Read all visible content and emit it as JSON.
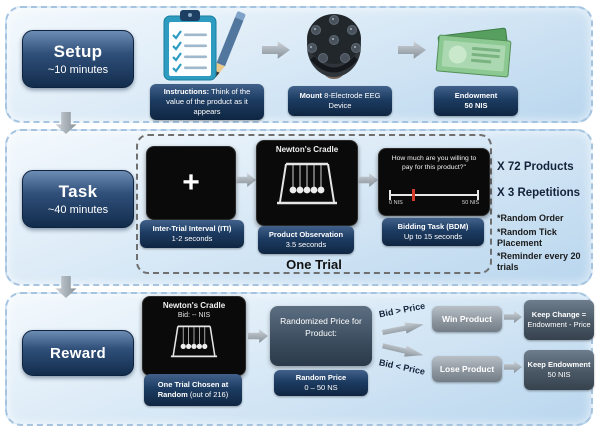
{
  "colors": {
    "band_fill": "#dcebf7",
    "band_border": "#a6c4e0",
    "navy_box": "#16304f",
    "screen_black": "#0a0a0a",
    "arrow_gray": "#a5adb5",
    "money_green": "#8bc892",
    "tick_red": "#d43a2a"
  },
  "setup": {
    "phase": {
      "title": "Setup",
      "subtitle": "~10 minutes"
    },
    "instructions": {
      "bold": "Instructions:",
      "rest": " Think of the value of the product as it appears"
    },
    "eeg": {
      "bold": "Mount",
      "rest": " 8-Electrode EEG Device"
    },
    "endowment": {
      "title": "Endowment",
      "subtitle": "50 NIS"
    }
  },
  "task": {
    "phase": {
      "title": "Task",
      "subtitle": "~40 minutes"
    },
    "iti": {
      "symbol": "+",
      "label_title": "Inter-Trial Interval (ITI)",
      "label_sub": "1-2 seconds"
    },
    "observation": {
      "screen_title": "Newton's Cradle",
      "label_title": "Product Observation",
      "label_sub": "3.5 seconds"
    },
    "bidding": {
      "question": "How much are you willing to pay for this product?\"",
      "scale_min": "0 NIS",
      "scale_max": "50 NIS",
      "label_title": "Bidding Task (BDM)",
      "label_sub": "Up to 15 seconds"
    },
    "one_trial": "One Trial",
    "annotations": {
      "products": "X 72 Products",
      "repetitions": "X 3 Repetitions",
      "notes": [
        "*Random Order",
        "*Random Tick Placement",
        "*Reminder every 20 trials"
      ]
    }
  },
  "reward": {
    "phase": {
      "title": "Reward"
    },
    "chosen": {
      "screen_title": "Newton's Cradle",
      "screen_bid": "Bid: -- NIS",
      "label_line1": "One Trial Chosen at",
      "label_line2_bold": "Random",
      "label_line2_rest": " (out of 216)"
    },
    "price": {
      "box_text": "Randomized Price for Product:",
      "label_title": "Random Price",
      "label_sub": "0 – 50 NS"
    },
    "bid_gt": "Bid > Price",
    "bid_lt": "Bid < Price",
    "win": "Win Product",
    "lose": "Lose Product",
    "keep_change": {
      "line1": "Keep Change =",
      "line2": "Endowment - Price"
    },
    "keep_endowment": {
      "line1": "Keep Endowment",
      "line2": "50 NIS"
    }
  }
}
